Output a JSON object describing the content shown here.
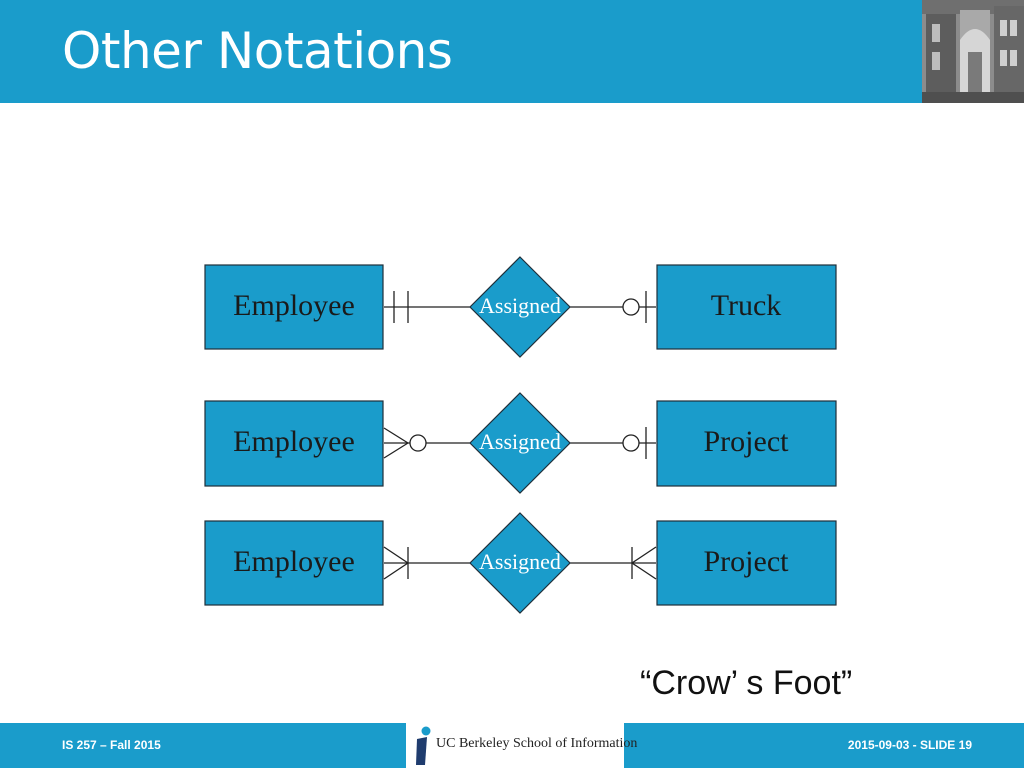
{
  "slide": {
    "title": "Other Notations",
    "caption": {
      "open_quote": "“",
      "text_a": "Crow",
      "apostrophe": "’",
      "text_b": " s Foot",
      "close_quote": "”"
    }
  },
  "diagram": {
    "rows": [
      {
        "left_entity": "Employee",
        "relationship": "Assigned",
        "right_entity": "Truck",
        "left_notation": "one-and-only-one",
        "right_notation": "zero-or-one"
      },
      {
        "left_entity": "Employee",
        "relationship": "Assigned",
        "right_entity": "Project",
        "left_notation": "zero-or-many",
        "right_notation": "zero-or-one"
      },
      {
        "left_entity": "Employee",
        "relationship": "Assigned",
        "right_entity": "Project",
        "left_notation": "one-or-many",
        "right_notation": "one-or-many"
      }
    ],
    "colors": {
      "fill": "#1a9ccb",
      "stroke": "#1f2f3a",
      "line": "#222222"
    }
  },
  "header": {
    "photo_icon": "building-photo"
  },
  "footer": {
    "course": "IS 257 – Fall 2015",
    "logo_icon": "ischool-i-logo",
    "logo_text": "UC Berkeley School of Information",
    "slide_info": "2015-09-03 - SLIDE 19"
  }
}
